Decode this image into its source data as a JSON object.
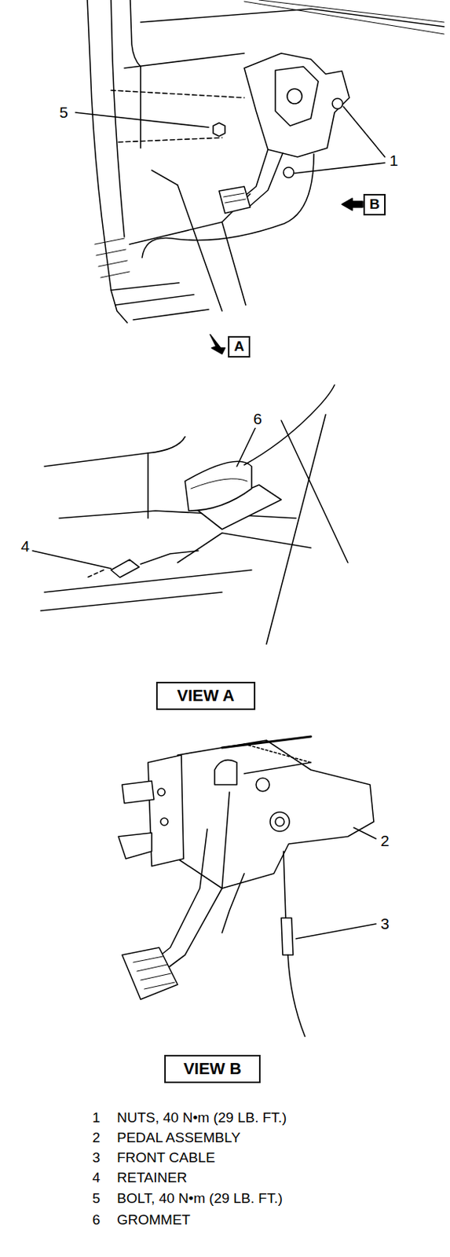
{
  "diagram": {
    "nodes": [
      {
        "text": [
          "B"
        ]
      },
      {
        "text": [
          "A"
        ]
      },
      {
        "text": [
          "VIEW A"
        ]
      },
      {
        "text": [
          "VIEW B"
        ]
      }
    ],
    "labels": [
      "5",
      "1",
      "6",
      "4",
      "2",
      "3",
      "1",
      "NUTS, 40 N•m (29 LB. FT.)",
      "2",
      "PEDAL ASSEMBLY",
      "3",
      "FRONT CABLE",
      "4",
      "RETAINER",
      "5",
      "BOLT, 40 N•m (29 LB. FT.)",
      "6",
      "GROMMET"
    ]
  }
}
